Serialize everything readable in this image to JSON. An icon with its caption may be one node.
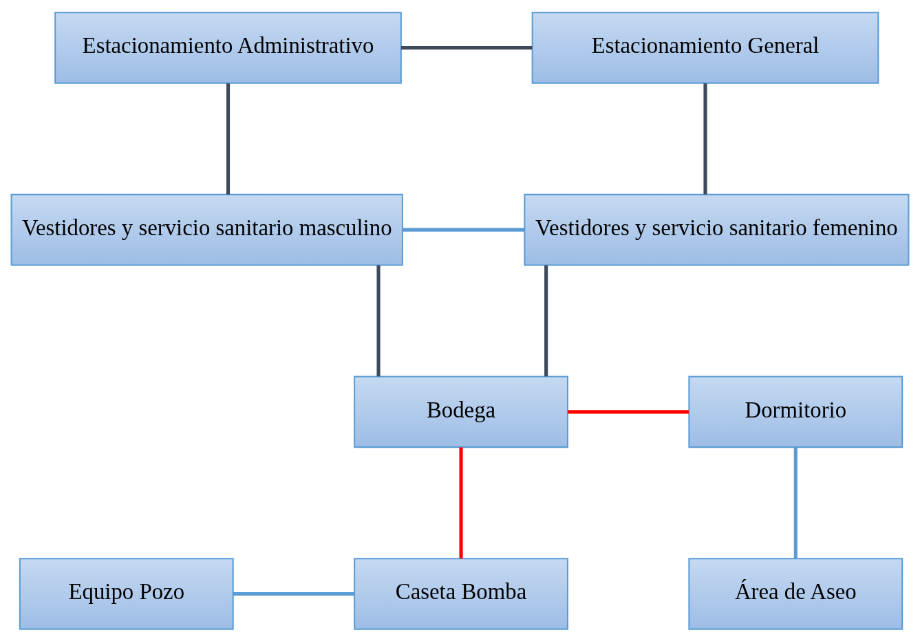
{
  "diagram": {
    "nodes": [
      {
        "text": [
          "Estacionamiento Administrativo"
        ]
      },
      {
        "text": [
          "Estacionamiento General"
        ]
      },
      {
        "text": [
          "Vestidores y servicio sanitario masculino"
        ]
      },
      {
        "text": [
          "Vestidores y servicio sanitario femenino"
        ]
      },
      {
        "text": [
          "Bodega"
        ]
      },
      {
        "text": [
          "Dormitorio"
        ]
      },
      {
        "text": [
          "Equipo Pozo"
        ]
      },
      {
        "text": [
          "Caseta Bomba"
        ]
      },
      {
        "text": [
          "Área de Aseo"
        ]
      }
    ],
    "edges": [
      {
        "from": 0,
        "to": 1,
        "arrow": "none"
      },
      {
        "from": 0,
        "to": 2,
        "arrow": "none"
      },
      {
        "from": 1,
        "to": 3,
        "arrow": "none"
      },
      {
        "from": 2,
        "to": 3,
        "arrow": "none",
        "color": "#5b9bd5"
      },
      {
        "from": 2,
        "to": 4,
        "arrow": "none"
      },
      {
        "from": 3,
        "to": 4,
        "arrow": "none"
      },
      {
        "from": 4,
        "to": 5,
        "arrow": "none",
        "color": "#ff0000"
      },
      {
        "from": 4,
        "to": 7,
        "arrow": "none",
        "color": "#ff0000"
      },
      {
        "from": 5,
        "to": 8,
        "arrow": "none",
        "color": "#5b9bd5"
      },
      {
        "from": 6,
        "to": 7,
        "arrow": "none",
        "color": "#5b9bd5"
      }
    ]
  }
}
